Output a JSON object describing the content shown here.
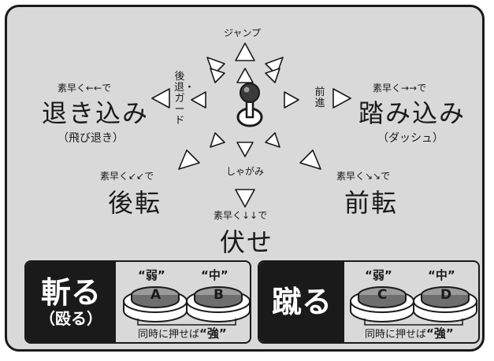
{
  "directions": {
    "up": "ジャンプ",
    "down": "しゃがみ",
    "back_guard": "後退・ガード",
    "forward": "前進"
  },
  "moves": {
    "retreat": {
      "input": "素早く←←で",
      "name": "退き込み",
      "sub": "（飛び退き）"
    },
    "dash": {
      "input": "素早く→→で",
      "name": "踏み込み",
      "sub": "（ダッシュ）"
    },
    "back_roll": {
      "input": "素早く↙↙で",
      "name": "後転"
    },
    "forward_roll": {
      "input": "素早く↘↘で",
      "name": "前転"
    },
    "prone": {
      "input": "素早く↓↓で",
      "name": "伏せ"
    }
  },
  "slash_box": {
    "title": "斬る",
    "title_sub": "（殴る）",
    "weak": "“弱”",
    "medium": "“中”",
    "button_a": "A",
    "button_b": "B",
    "note_prefix": "同時に押せば",
    "note_strong": "“強”"
  },
  "kick_box": {
    "title": "蹴る",
    "weak": "“弱”",
    "medium": "“中”",
    "button_c": "C",
    "button_d": "D",
    "note_prefix": "同時に押せば",
    "note_strong": "“強”"
  },
  "colors": {
    "background": "#d9d9d9",
    "ink": "#1a1a1a",
    "button_face": "#9a9a9a",
    "arrow_fill": "#ffffff"
  }
}
